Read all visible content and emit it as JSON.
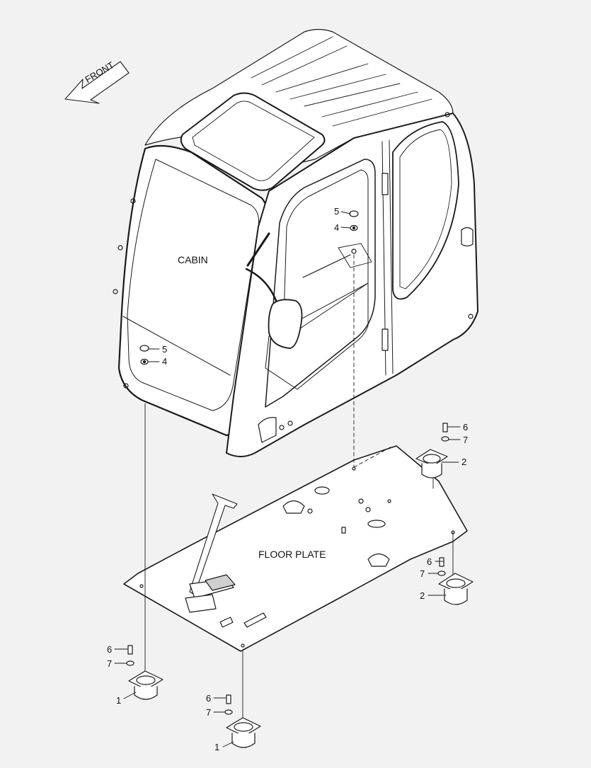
{
  "diagram": {
    "front_arrow_text": "FRONT",
    "cabin_label": "CABIN",
    "floor_label": "FLOOR PLATE",
    "callouts": {
      "cab_nut_upper": "5",
      "cab_washer_upper": "4",
      "cab_nut_left": "5",
      "cab_washer_left": "4",
      "rr_bolt": "6",
      "rr_washer": "7",
      "rr_mount": "2",
      "rf_bolt": "6",
      "rf_washer": "7",
      "rf_mount": "2",
      "lr_bolt": "6",
      "lr_washer": "7",
      "lr_mount": "1",
      "lf_bolt": "6",
      "lf_washer": "7",
      "lf_mount": "1"
    }
  }
}
